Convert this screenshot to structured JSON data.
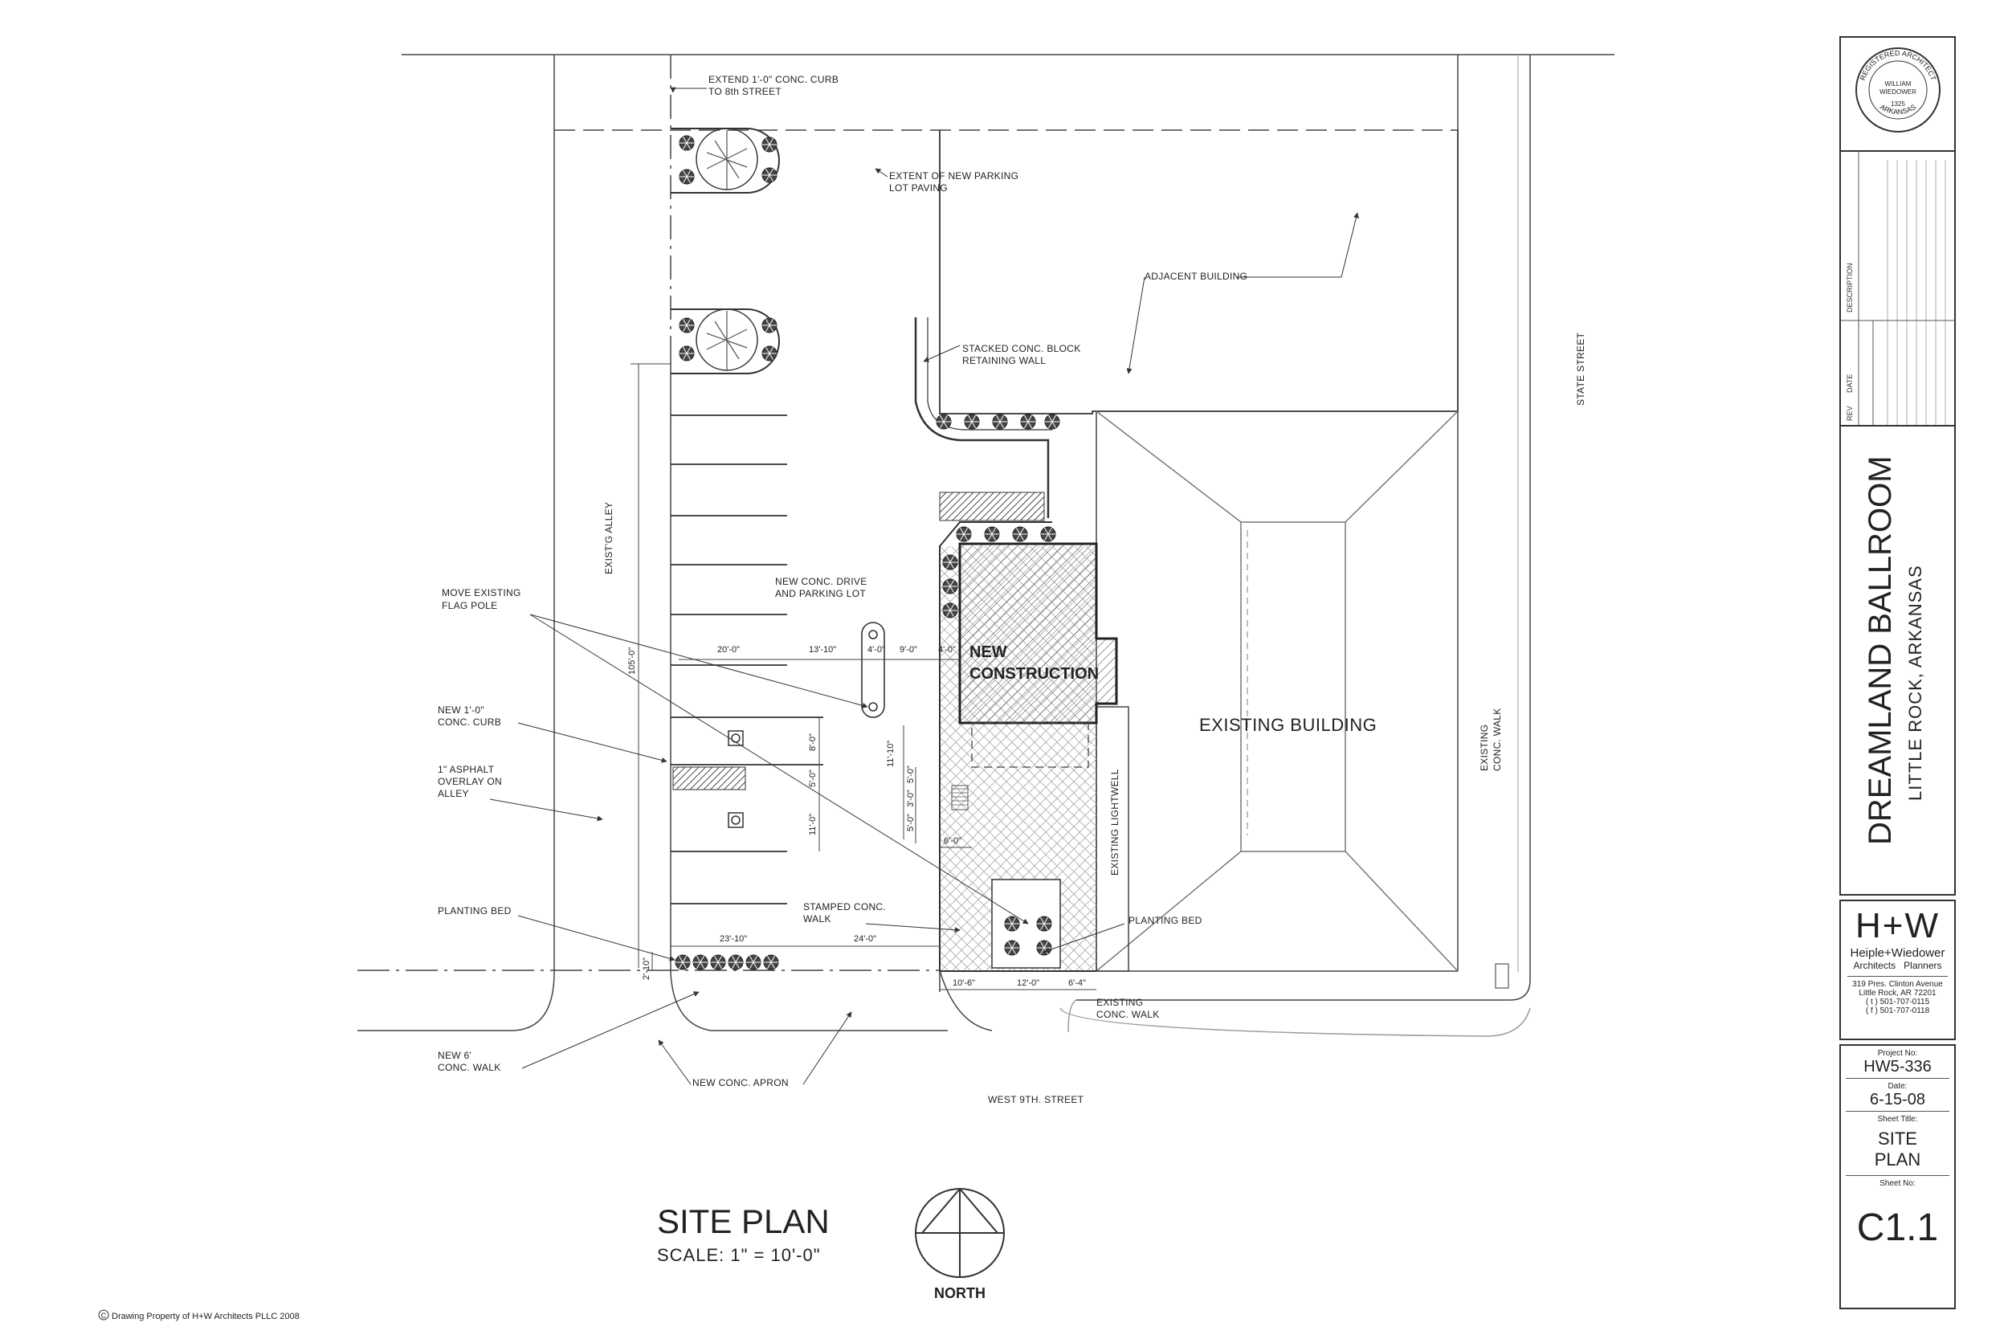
{
  "project": {
    "title": "DREAMLAND BALLROOM",
    "location": "LITTLE ROCK, ARKANSAS"
  },
  "seal": {
    "ring_top": "REGISTERED ARCHITECT",
    "ring_bottom": "ARKANSAS",
    "name_first": "WILLIAM",
    "name_last": "WIEDOWER",
    "number": "1325"
  },
  "revision_block": {
    "col_rev": "REV",
    "col_date": "DATE",
    "col_description": "DESCRIPTION"
  },
  "firm": {
    "logo": "H+W",
    "name": "Heiple+Wiedower",
    "tagline": "Architects   Planners",
    "address1": "319 Pres. Clinton Avenue",
    "address2": "Little Rock, AR 72201",
    "phone": "( t ) 501-707-0115",
    "fax": "( f ) 501-707-0118"
  },
  "sheet_info": {
    "project_no_label": "Project No:",
    "project_no": "HW5-336",
    "date_label": "Date:",
    "date": "6-15-08",
    "sheet_title_label": "Sheet Title:",
    "sheet_title_1": "SITE",
    "sheet_title_2": "PLAN",
    "sheet_no_label": "Sheet No:",
    "sheet_no": "C1.1"
  },
  "drawing": {
    "title": "SITE PLAN",
    "scale": "SCALE: 1\" = 10'-0\"",
    "north": "NORTH",
    "copyright": "Drawing Property of H+W Architects PLLC  2008",
    "copyright_symbol": "C"
  },
  "labels": {
    "extend_curb_1": "EXTEND 1'-0\" CONC. CURB",
    "extend_curb_2": "TO 8th STREET",
    "extent_paving_1": "EXTENT OF NEW PARKING",
    "extent_paving_2": "LOT PAVING",
    "adjacent_building": "ADJACENT BUILDING",
    "retaining_1": "STACKED CONC. BLOCK",
    "retaining_2": "RETAINING WALL",
    "state_street": "STATE STREET",
    "existg_alley": "EXIST'G ALLEY",
    "move_flag_1": "MOVE EXISTING",
    "move_flag_2": "FLAG POLE",
    "new_drive_1": "NEW CONC. DRIVE",
    "new_drive_2": "AND PARKING LOT",
    "new_construction_1": "NEW",
    "new_construction_2": "CONSTRUCTION",
    "existing_building": "EXISTING BUILDING",
    "new_curb_1": "NEW 1'-0\"",
    "new_curb_2": "CONC. CURB",
    "asphalt_1": "1\" ASPHALT",
    "asphalt_2": "OVERLAY ON",
    "asphalt_3": "ALLEY",
    "existing_walk_right_1": "EXISTING",
    "existing_walk_right_2": "CONC. WALK",
    "existing_lightwell": "EXISTING LIGHTWELL",
    "planting_bed_left": "PLANTING BED",
    "planting_bed_right": "PLANTING BED",
    "stamped_walk_1": "STAMPED CONC.",
    "stamped_walk_2": "WALK",
    "existing_walk_bottom_1": "EXISTING",
    "existing_walk_bottom_2": "CONC. WALK",
    "new_walk_1": "NEW 6'",
    "new_walk_2": "CONC. WALK",
    "new_apron": "NEW CONC. APRON",
    "west_9th": "WEST 9TH. STREET"
  },
  "dimensions": {
    "d_105": "105'-0\"",
    "d_20": "20'-0\"",
    "d_13_10": "13'-10\"",
    "d_4a": "4'-0\"",
    "d_9": "9'-0\"",
    "d_4b": "4'-0\"",
    "d_8": "8'-0\"",
    "d_5a": "5'-0\"",
    "d_11_0": "11'-0\"",
    "d_11_10": "11'-10\"",
    "d_5b": "5'-0\"",
    "d_3": "3'-0\"",
    "d_5c": "5'-0\"",
    "d_6": "6'-0\"",
    "d_23_10": "23'-10\"",
    "d_24": "24'-0\"",
    "d_2_10": "2'-10\"",
    "d_10_6": "10'-6\"",
    "d_12": "12'-0\"",
    "d_6_4": "6'-4\""
  }
}
